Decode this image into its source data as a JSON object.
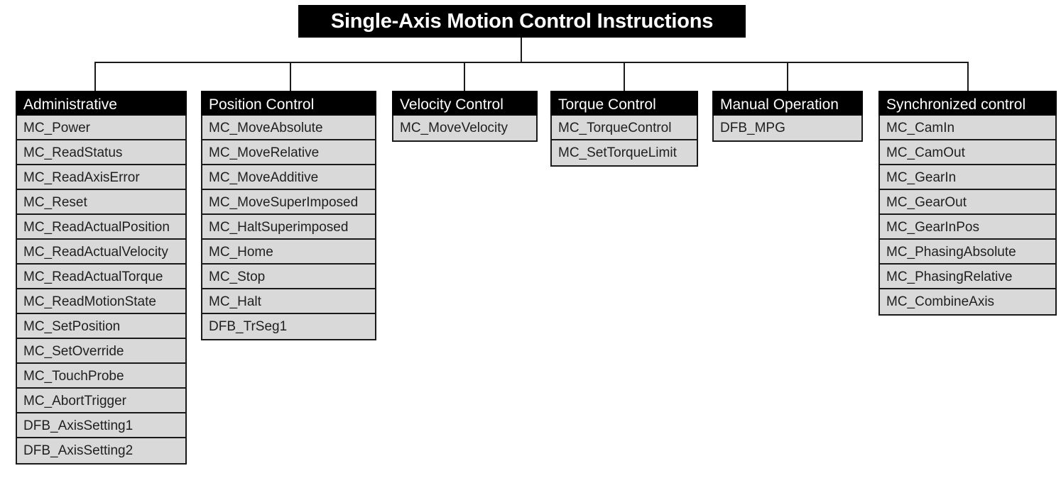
{
  "diagram": {
    "title": "Single-Axis Motion Control Instructions",
    "colors": {
      "header_bg": "#000000",
      "header_text": "#ffffff",
      "cell_bg": "#d9d9d9",
      "cell_text": "#1f1f1f",
      "border": "#1a1a1a",
      "canvas": "#ffffff"
    },
    "columns": [
      {
        "id": "administrative",
        "header": "Administrative",
        "items": [
          "MC_Power",
          "MC_ReadStatus",
          "MC_ReadAxisError",
          "MC_Reset",
          "MC_ReadActualPosition",
          "MC_ReadActualVelocity",
          "MC_ReadActualTorque",
          "MC_ReadMotionState",
          "MC_SetPosition",
          "MC_SetOverride",
          "MC_TouchProbe",
          "MC_AbortTrigger",
          "DFB_AxisSetting1",
          "DFB_AxisSetting2"
        ]
      },
      {
        "id": "position-control",
        "header": "Position Control",
        "items": [
          "MC_MoveAbsolute",
          "MC_MoveRelative",
          "MC_MoveAdditive",
          "MC_MoveSuperImposed",
          "MC_HaltSuperimposed",
          "MC_Home",
          "MC_Stop",
          "MC_Halt",
          "DFB_TrSeg1"
        ]
      },
      {
        "id": "velocity-control",
        "header": "Velocity Control",
        "items": [
          "MC_MoveVelocity"
        ]
      },
      {
        "id": "torque-control",
        "header": "Torque Control",
        "items": [
          "MC_TorqueControl",
          "MC_SetTorqueLimit"
        ]
      },
      {
        "id": "manual-operation",
        "header": "Manual Operation",
        "items": [
          "DFB_MPG"
        ]
      },
      {
        "id": "synchronized-control",
        "header": "Synchronized control",
        "items": [
          "MC_CamIn",
          "MC_CamOut",
          "MC_GearIn",
          "MC_GearOut",
          "MC_GearInPos",
          "MC_PhasingAbsolute",
          "MC_PhasingRelative",
          "MC_CombineAxis"
        ]
      }
    ]
  }
}
